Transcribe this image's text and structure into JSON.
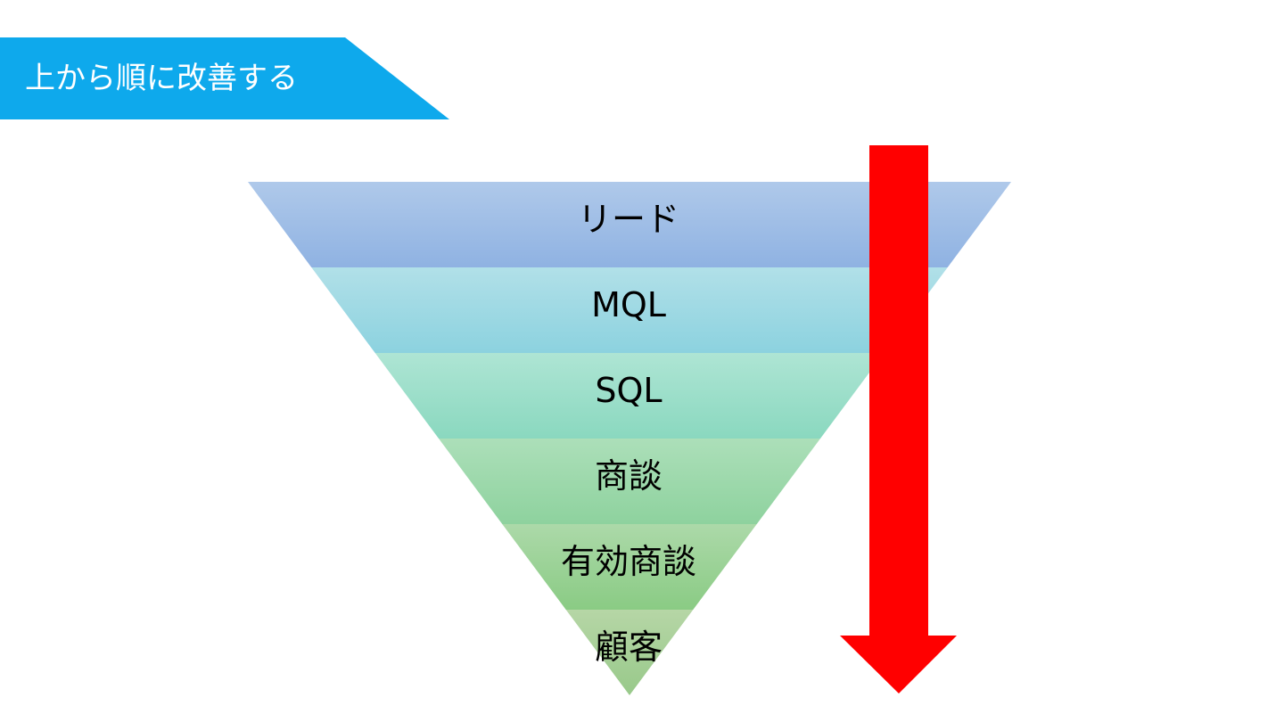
{
  "banner": {
    "title": "上から順に改善する",
    "color": "#0EA9EC",
    "text_color": "#FFFFFF"
  },
  "funnel": {
    "stages": [
      {
        "label": "リード",
        "color_top": "#AFC9EA",
        "color_bottom": "#8FB2E2"
      },
      {
        "label": "MQL",
        "color_top": "#B1E0E8",
        "color_bottom": "#8CD2DF"
      },
      {
        "label": "SQL",
        "color_top": "#AEE5D4",
        "color_bottom": "#8AD8BF"
      },
      {
        "label": "商談",
        "color_top": "#ACDFB9",
        "color_bottom": "#8ED29E"
      },
      {
        "label": "有効商談",
        "color_top": "#ACD9A9",
        "color_bottom": "#8ACB84"
      },
      {
        "label": "顧客",
        "color_top": "#B6D6A6",
        "color_bottom": "#98C98A"
      }
    ]
  },
  "arrow": {
    "color": "#FF0000",
    "direction": "down"
  }
}
